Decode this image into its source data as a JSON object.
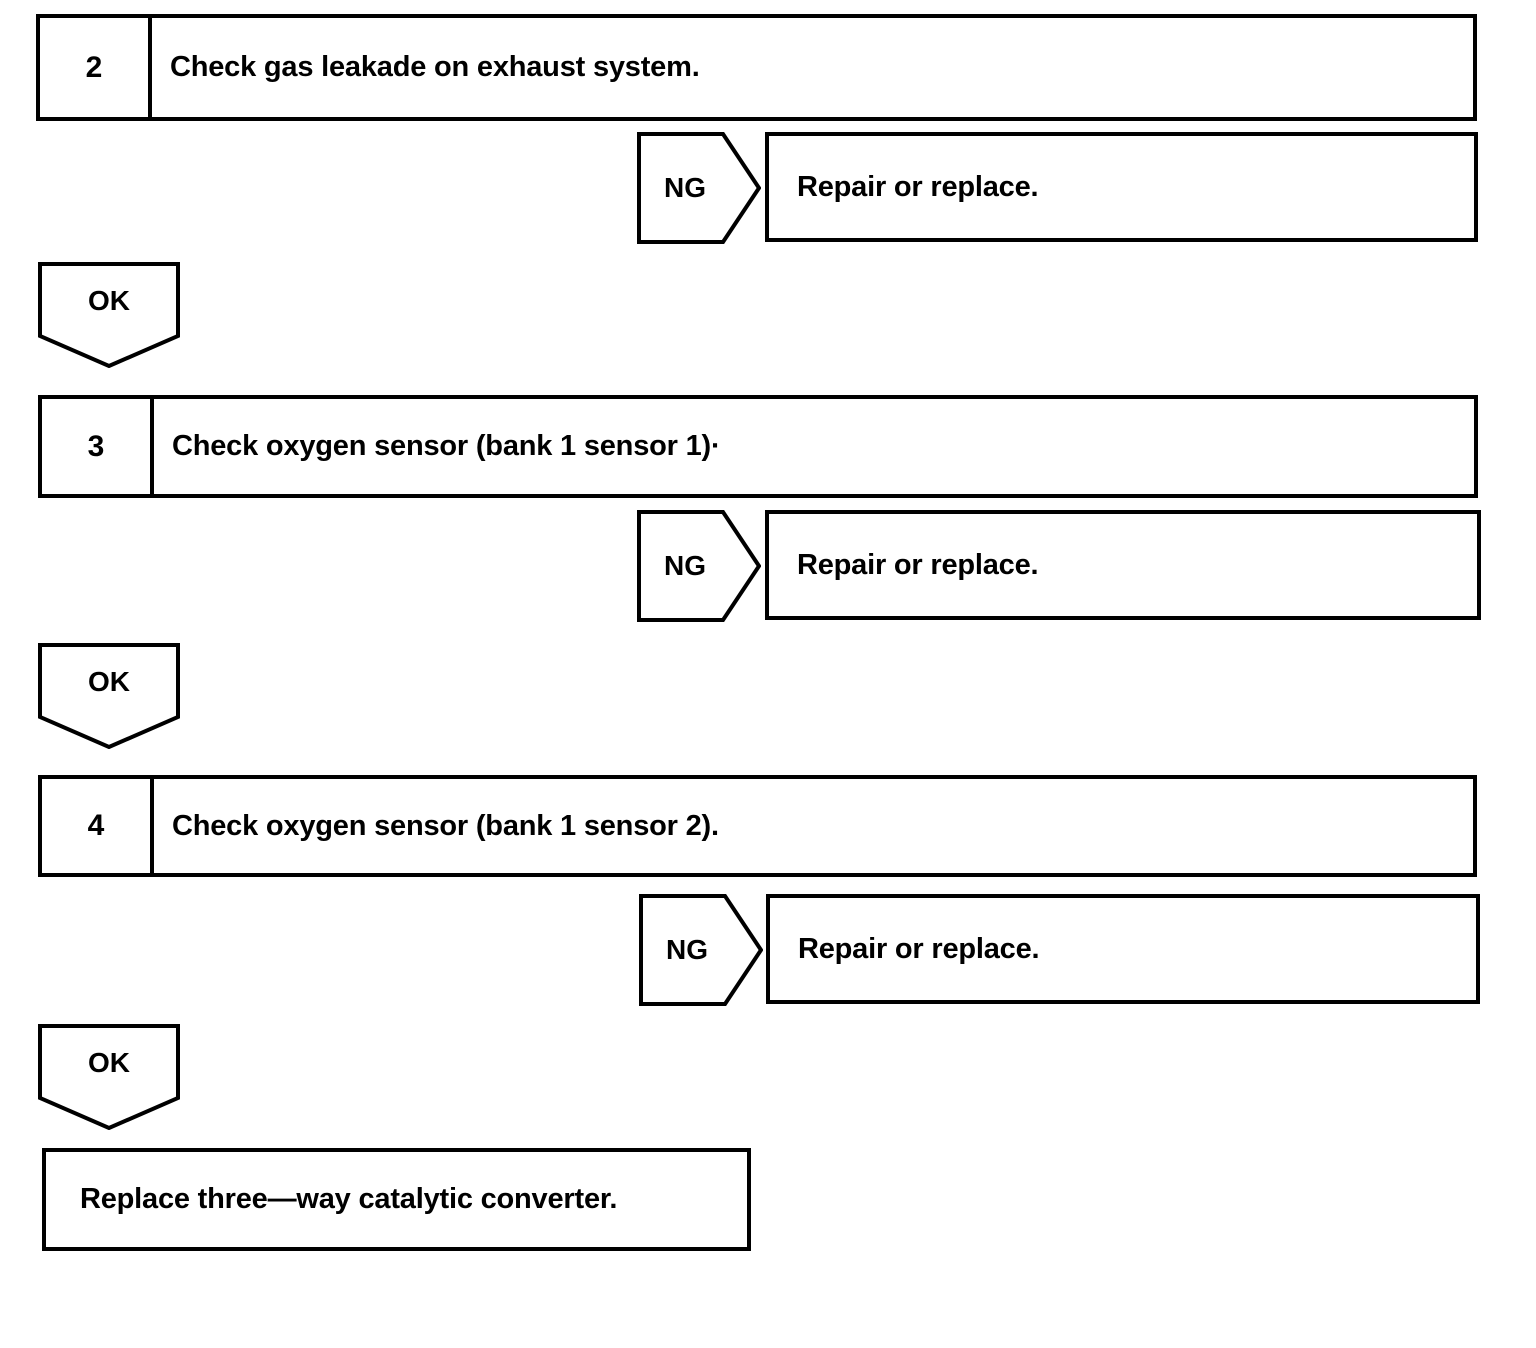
{
  "diagram": {
    "type": "troubleshooting-flowchart",
    "colors": {
      "line": "#000000",
      "background": "#ffffff",
      "text": "#000000"
    },
    "steps": [
      {
        "number": "2",
        "text": "Check gas leakade on exhaust system.",
        "fail_label": "NG",
        "fail_action": "Repair or replace.",
        "pass_label": "OK"
      },
      {
        "number": "3",
        "text": "Check oxygen sensor (bank 1 sensor 1)·",
        "fail_label": "NG",
        "fail_action": "Repair or replace.",
        "pass_label": "OK"
      },
      {
        "number": "4",
        "text": "Check oxygen sensor (bank 1 sensor 2).",
        "fail_label": "NG",
        "fail_action": "Repair or replace.",
        "pass_label": "OK"
      }
    ],
    "final": {
      "text": "Replace three—way catalytic converter."
    }
  }
}
